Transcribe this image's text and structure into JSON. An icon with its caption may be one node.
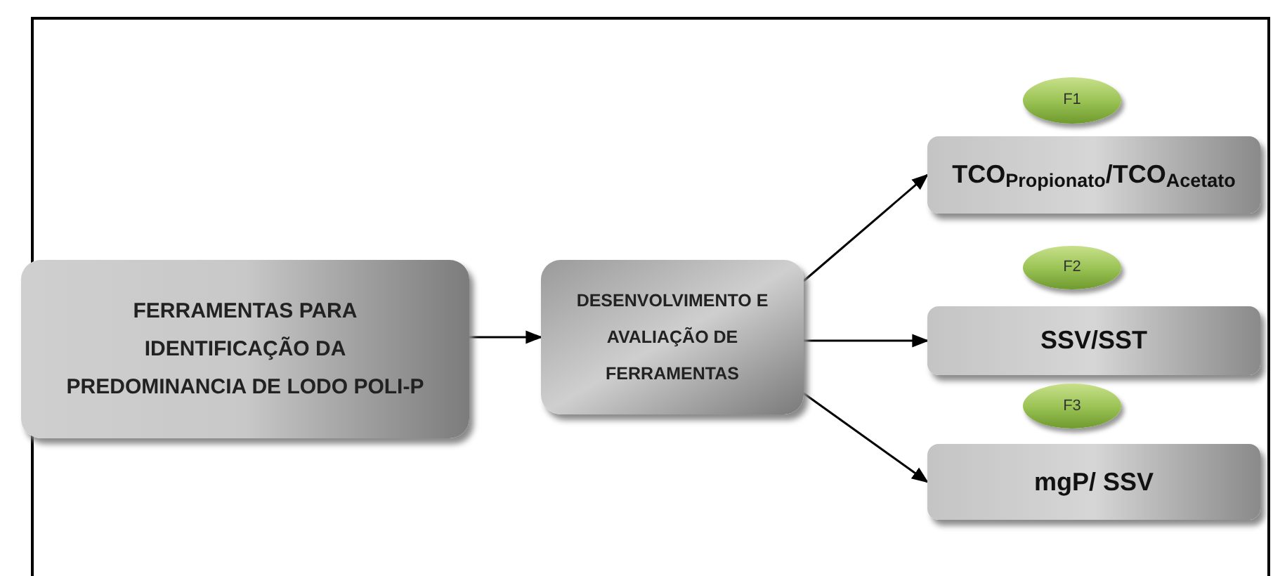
{
  "diagram": {
    "nodes": [
      {
        "text": [
          "FERRAMENTAS PARA IDENTIFICAÇÃO DA PREDOMINANCIA DE LODO POLI-P"
        ]
      },
      {
        "text": [
          "DESENVOLVIMENTO E AVALIAÇÃO DE FERRAMENTAS"
        ]
      },
      {
        "text": [
          "F1"
        ]
      },
      {
        "text": [
          "TCO$_{Propionato}$/TCO$_{Acetato}$"
        ]
      },
      {
        "text": [
          "F2"
        ]
      },
      {
        "text": [
          "SSV/SST"
        ]
      },
      {
        "text": [
          "F3"
        ]
      },
      {
        "text": [
          "mgP/ SSV"
        ]
      }
    ],
    "edges": [
      {
        "from": 0,
        "to": 1,
        "arrow": "to"
      },
      {
        "from": 1,
        "to": 3,
        "arrow": "to"
      },
      {
        "from": 1,
        "to": 5,
        "arrow": "to"
      },
      {
        "from": 1,
        "to": 7,
        "arrow": "to"
      }
    ]
  }
}
